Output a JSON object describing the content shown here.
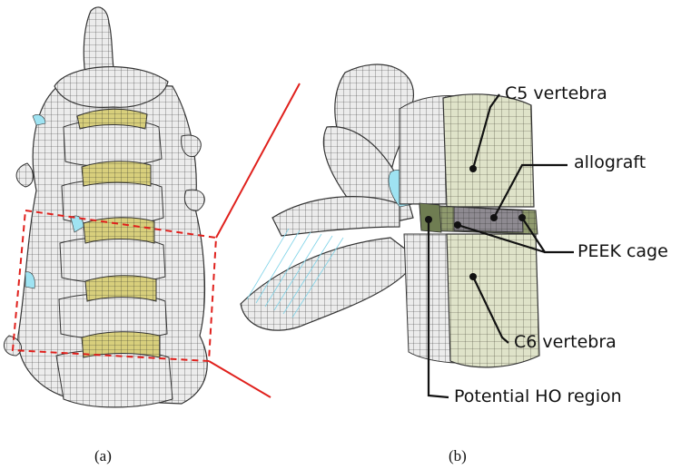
{
  "panels": {
    "a": {
      "caption": "(a)"
    },
    "b": {
      "caption": "(b)"
    }
  },
  "labels": {
    "c5": "C5 vertebra",
    "allograft": "allograft",
    "peek": "PEEK cage",
    "c6": "C6 vertebra",
    "ho": "Potential HO region"
  },
  "colors": {
    "bone": "#ececec",
    "mesh": "#3a3a3a",
    "disc": "#d8cf7c",
    "ligament": "#9fe3f2",
    "zoom_line": "#e0201c",
    "vertebra_highlight": "#dfe3c9",
    "allograft": "#8e8a91",
    "peek": "#8f9a6e"
  }
}
